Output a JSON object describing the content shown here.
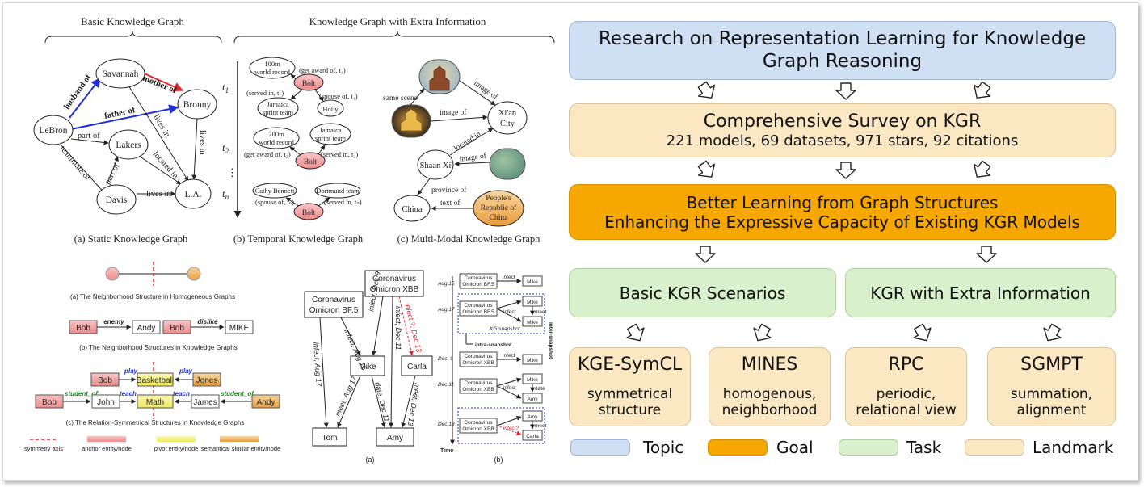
{
  "left_panel": {
    "top_headers": {
      "basic": "Basic Knowledge Graph",
      "extra": "Knowledge Graph with Extra Information"
    },
    "static_graph": {
      "caption": "(a) Static Knowledge Graph",
      "nodes": {
        "lebron": "LeBron",
        "savannah": "Savannah",
        "bronny": "Bronny",
        "lakers": "Lakers",
        "davis": "Davis",
        "la": "L.A."
      },
      "edges": {
        "husband_of": "husband of",
        "mother_of": "mother of",
        "father_of": "father of",
        "part_of_1": "part of",
        "part_of_2": "part of",
        "lives_in_1": "lives in",
        "lives_in_2": "lives in",
        "lives_in_3": "lives in",
        "located_in": "located in",
        "teammate_of": "teammate of"
      }
    },
    "temporal_graph": {
      "caption": "(b) Temporal Knowledge Graph",
      "times": {
        "t1": "t",
        "t1_sub": "1",
        "t2": "t",
        "t2_sub": "2",
        "tn": "t",
        "tn_sub": "n"
      },
      "group1": {
        "record": [
          "100m",
          "world record"
        ],
        "bolt": "Bolt",
        "jamaica": "Jamaica",
        "holly": "Holly",
        "get_award": "(get award of, t1)",
        "served_in": "(served in, t1)",
        "spouse_of": "(spouse of, t1)"
      },
      "group2": {
        "record": [
          "200m",
          "world record"
        ],
        "bolt": "Bolt",
        "team": [
          "Jamaica",
          "sprint team"
        ],
        "get_award": "(get award of, t2)",
        "served_in": "(served in, t2)"
      },
      "group3": {
        "cathy": "Cathy Bennett",
        "dortmund": "Dortmund team",
        "bolt": "Bolt",
        "spouse_of": "(spouse of, tn)",
        "served_in": "(served in, tn)"
      },
      "jamaica_team": [
        "Jamaica",
        "sprint team"
      ]
    },
    "multimodal_graph": {
      "caption": "(c) Multi-Modal Knowledge Graph",
      "nodes": {
        "xian": [
          "Xi'an",
          "City"
        ],
        "shaanxi": "Shaan Xi",
        "china": "China",
        "prc": [
          "People's",
          "Republic of",
          "China"
        ]
      },
      "edges": {
        "same_scene": "same scene",
        "image_of_1": "image of",
        "image_of_2": "image of",
        "image_of_3": "image of",
        "located_in": "located in",
        "province_of": "province of",
        "text_of": "text of"
      }
    },
    "structures": {
      "homogeneous_caption": "(a) The Neighborhood Structure in Homogeneous Graphs",
      "kg_caption": "(b) The Neighborhood Structures in Knowledge Graphs",
      "sym_caption": "(c) The Relation-Symmetrical Structures in Knowledge Graphs",
      "kg_row": {
        "bob1": "Bob",
        "enemy": "enemy",
        "andy": "Andy",
        "bob2": "Bob",
        "dislike": "dislike",
        "mike": "MIKE"
      },
      "sym_top": {
        "bob": "Bob",
        "play1": "play",
        "basketball": "Basketball",
        "play2": "play",
        "jones": "Jones"
      },
      "sym_bottom": {
        "bob": "Bob",
        "student_of1": "student_of",
        "john": "John",
        "teach1": "teach",
        "math": "Math",
        "teach2": "teach",
        "james": "James",
        "student_of2": "student_of",
        "andy": "Andy"
      },
      "legend": {
        "axis": "symmetry axis",
        "anchor": "anchor entity/node",
        "pivot": "pivot entity/node",
        "semantic": "semantical similar entity/node"
      }
    },
    "covid_a": {
      "caption": "(a)",
      "nodes": {
        "ba5": [
          "Coronavirus",
          "Omicron BF.5"
        ],
        "xbb": [
          "Coronavirus",
          "Omicron XBB"
        ],
        "mike": "Mike",
        "carla": "Carla",
        "tom": "Tom",
        "amy": "Amy"
      },
      "edges": {
        "infect_aug15": "infect, Aug 15",
        "infect_aug17": "infect, Aug 17",
        "infect_dec9": "infect, Dec 9",
        "infect_dec11": "infect, Dec 11",
        "infect_dec13": "infect ?, Dec 13",
        "meet_aug17": "meet, Aug 17",
        "date_dec11": "date, Dec 11",
        "meet_dec13": "meet, Dec 13"
      }
    },
    "covid_b": {
      "caption": "(b)",
      "time_label": "Time",
      "inter_label": "inter-snapshot",
      "intra_label": "intra-snapshot",
      "kg_snapshot": "KG snapshot",
      "dates": [
        "Aug.15",
        "Aug.17",
        "Dec. 9",
        "Dec.11",
        "Dec.13"
      ],
      "rows": [
        {
          "virus": [
            "Coronavirus",
            "Omicron BF.5"
          ],
          "rel": "infect",
          "targets": [
            "Mike"
          ]
        },
        {
          "virus": [
            "Coronavirus",
            "Omicron BF.5"
          ],
          "rel": "infect",
          "targets": [
            "Mike",
            "Mike"
          ],
          "inner": "meet"
        },
        {
          "virus": [
            "Coronavirus",
            "Omicron XBB"
          ],
          "rel": "infect",
          "targets": [
            "Mike"
          ]
        },
        {
          "virus": [
            "Coronavirus",
            "Omicron XBB"
          ],
          "rel": "infect",
          "targets": [
            "Mike",
            "Amy"
          ],
          "inner": "date"
        },
        {
          "virus": [
            "Coronavirus",
            "Omicron XBB"
          ],
          "rel": "infect?",
          "targets": [
            "Amy",
            "Carla"
          ],
          "inner": "meet"
        }
      ]
    }
  },
  "right_panel": {
    "topic": [
      "Research on Representation Learning for Knowledge",
      "Graph Reasoning"
    ],
    "survey": {
      "title": "Comprehensive Survey on KGR",
      "stats": "221 models, 69 datasets, 971 stars, 92 citations"
    },
    "goal": [
      "Better Learning from Graph Structures",
      "Enhancing the Expressive Capacity of Existing KGR Models"
    ],
    "tasks": [
      "Basic KGR Scenarios",
      "KGR with Extra Information"
    ],
    "landmarks": [
      {
        "name": "KGE-SymCL",
        "desc": [
          "symmetrical",
          "structure"
        ]
      },
      {
        "name": "MINES",
        "desc": [
          "homogenous,",
          "neighborhood"
        ]
      },
      {
        "name": "RPC",
        "desc": [
          "periodic,",
          "relational view"
        ]
      },
      {
        "name": "SGMPT",
        "desc": [
          "summation,",
          "alignment"
        ]
      }
    ],
    "legend": [
      {
        "label": "Topic",
        "color": "#cfe0f4"
      },
      {
        "label": "Goal",
        "color": "#f7a800"
      },
      {
        "label": "Task",
        "color": "#d9f0cc"
      },
      {
        "label": "Landmark",
        "color": "#fbe8c3"
      }
    ]
  },
  "colors": {
    "anchor": "#f4a3a3",
    "pivot": "#f5f08a",
    "semantic": "#f0b25a",
    "red": "#e0262b",
    "blue": "#1f2fd6",
    "green": "#1a8a1a"
  }
}
